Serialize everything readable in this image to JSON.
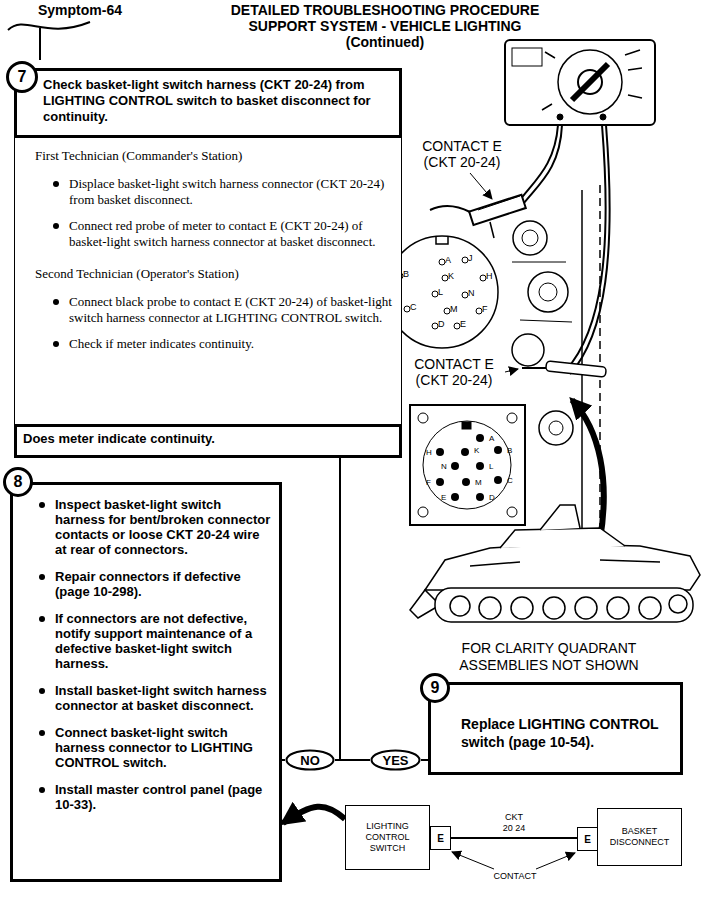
{
  "diagram": {
    "title": "DETAILED TROUBLESHOOTING PROCEDURE SUPPORT SYSTEM - VEHICLE LIGHTING (Continued)",
    "nodes": [
      {
        "text": [
          "7"
        ]
      },
      {
        "text": [
          "Check basket-light switch harness (CKT 20-24) from LIGHTING CONTROL switch to basket disconnect for continuity."
        ]
      },
      {
        "text": [
          "First Technician (Commander's Station)",
          "Displace basket-light switch harness connector (CKT 20-24) from basket disconnect.",
          "Connect red probe of meter to contact E (CKT 20-24) of basket-light switch harness connector at basket disconnect.",
          "Second Technician (Operator's Station)",
          "Connect black probe to contact E (CKT 20-24) of basket-light switch harness connector at LIGHTING CONTROL switch.",
          "Check if meter indicates continuity."
        ]
      },
      {
        "text": [
          "Does meter indicate continuity."
        ]
      },
      {
        "text": [
          "8"
        ]
      },
      {
        "text": [
          "Inspect basket-light switch harness for bent/broken connector contacts or loose CKT 20-24 wire at rear of connectors.",
          "Repair connectors if defective (page 10-298).",
          "If connectors are not defective, notify support maintenance of a defective basket-light switch harness.",
          "Install basket-light switch harness connector at basket disconnect.",
          "Connect basket-light switch harness connector to LIGHTING CONTROL switch.",
          "Install master control panel (page 10-33)."
        ]
      },
      {
        "text": [
          "9"
        ]
      },
      {
        "text": [
          "Replace LIGHTING CONTROL switch (page 10-54)."
        ]
      },
      {
        "text": [
          "NO"
        ]
      },
      {
        "text": [
          "YES"
        ]
      },
      {
        "text": [
          "LIGHTING CONTROL SWITCH"
        ]
      },
      {
        "text": [
          "E"
        ],
        "in": 10
      },
      {
        "text": [
          "BASKET DISCONNECT"
        ]
      },
      {
        "text": [
          "E"
        ],
        "in": 12
      }
    ],
    "edges": [
      {
        "from": 3,
        "to": 8,
        "arrow": "none"
      },
      {
        "from": 3,
        "to": 9,
        "arrow": "none"
      },
      {
        "from": 8,
        "to": 5,
        "arrow": "none"
      },
      {
        "from": 9,
        "to": 7,
        "arrow": "none"
      },
      {
        "from": 11,
        "to": 13,
        "label": "CKT 20 24",
        "arrow": "none"
      },
      {
        "from": 10,
        "to": 5,
        "arrow": "to"
      }
    ],
    "labels": [
      "Symptom-64",
      "CONTACT E (CKT 20-24)",
      "A",
      "J",
      "B",
      "K",
      "H",
      "L",
      "N",
      "C",
      "M",
      "F",
      "D",
      "E",
      "CONTACT E (CKT 20-24)",
      "A",
      "B",
      "H",
      "K",
      "N",
      "L",
      "C",
      "F",
      "M",
      "E",
      "D",
      "FOR CLARITY QUADRANT ASSEMBLIES NOT SHOWN",
      "CONTACT"
    ]
  }
}
